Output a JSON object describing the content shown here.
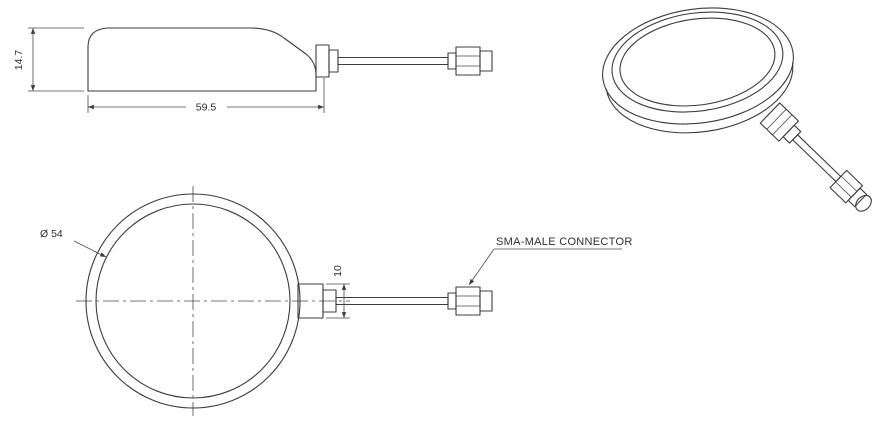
{
  "meta": {
    "background_color": "#ffffff",
    "line_color": "#3c3c3c"
  },
  "views": {
    "side": {
      "height_dim": "14.7",
      "width_dim": "59.5"
    },
    "top": {
      "diameter_dim": "Ø 54",
      "connector_dim": "10"
    },
    "labels": {
      "sma": "SMA-MALE CONNECTOR"
    }
  }
}
